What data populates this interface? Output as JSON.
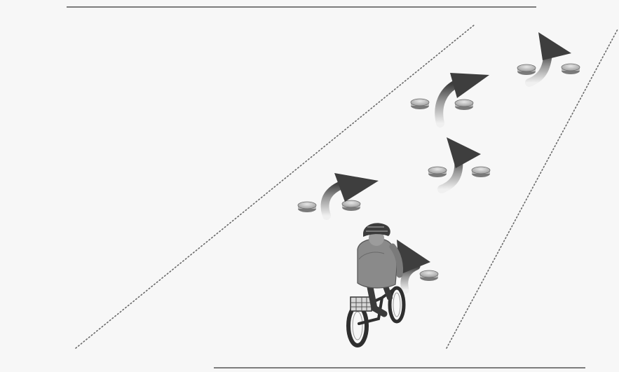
{
  "figure": {
    "description_text": "",
    "colors": {
      "background": "#f7f7f7",
      "rule": "#555555",
      "lane_dots": "#6a6a6a",
      "arrow_dark": "#3e3e3e",
      "arrow_light": "#d8d8d8",
      "cone_fill": "#c2c2c2",
      "cone_edge": "#6e6e6e",
      "rider_body": "#8a8a8a",
      "rider_shadow": "#555555",
      "bike": "#2f2f2f"
    },
    "lane_lines": 2,
    "marker_pairs": 5,
    "turn_arrows": [
      {
        "name": "turn-arrow-1",
        "direction": "right"
      },
      {
        "name": "turn-arrow-2",
        "direction": "up-right"
      },
      {
        "name": "turn-arrow-3",
        "direction": "right"
      },
      {
        "name": "turn-arrow-4",
        "direction": "up-right"
      },
      {
        "name": "turn-arrow-5",
        "direction": "right"
      }
    ],
    "rider": {
      "icon": "cyclist-icon",
      "helmet": true,
      "basket": true
    }
  }
}
